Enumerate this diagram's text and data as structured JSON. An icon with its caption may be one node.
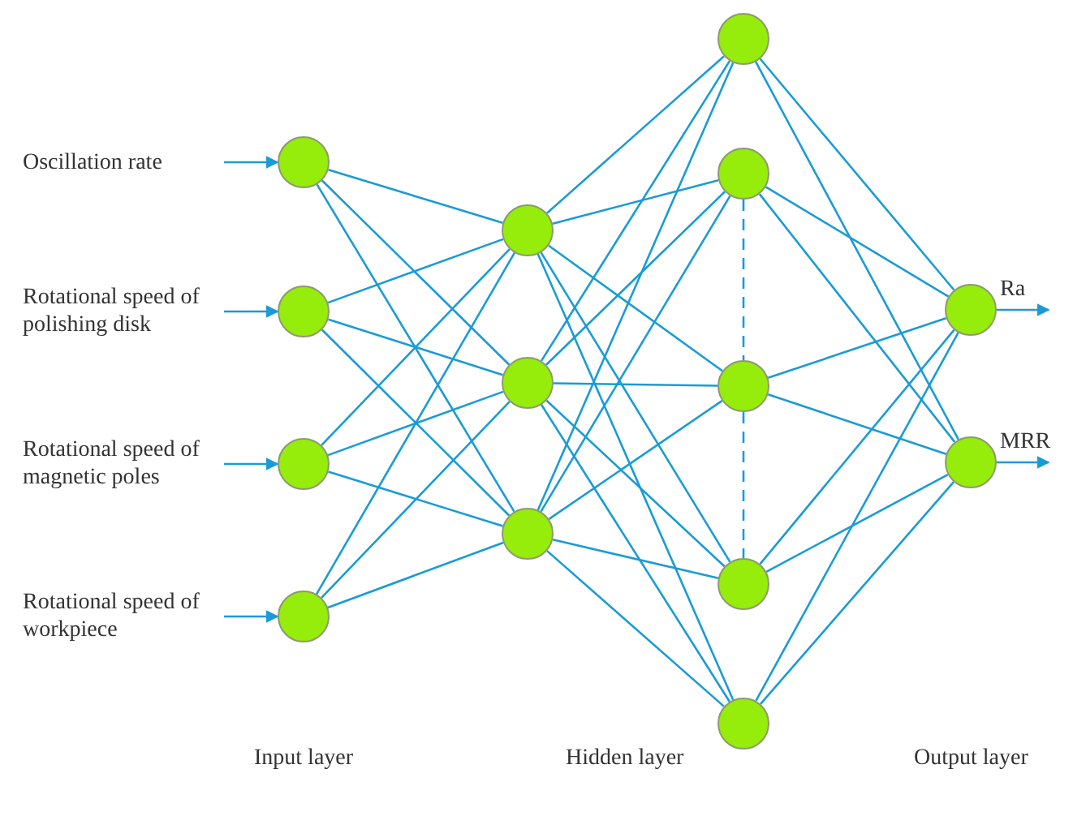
{
  "diagram": {
    "nodes": [
      {
        "text": [
          "Oscillation rate"
        ]
      },
      {
        "text": [
          "Rotational speed of polishing disk"
        ]
      },
      {
        "text": [
          "Rotational speed of magnetic poles"
        ]
      },
      {
        "text": [
          "Rotational speed of workpiece"
        ]
      },
      {
        "text": [],
        "shape": "circle"
      },
      {
        "text": [],
        "shape": "circle"
      },
      {
        "text": [],
        "shape": "circle"
      },
      {
        "text": [],
        "shape": "circle"
      },
      {
        "text": [],
        "shape": "circle"
      },
      {
        "text": [],
        "shape": "circle"
      },
      {
        "text": [],
        "shape": "circle"
      },
      {
        "text": [],
        "shape": "circle"
      },
      {
        "text": [],
        "shape": "circle"
      },
      {
        "text": [],
        "shape": "circle"
      },
      {
        "text": [],
        "shape": "circle"
      },
      {
        "text": [],
        "shape": "circle"
      },
      {
        "text": [],
        "shape": "circle"
      },
      {
        "text": [],
        "shape": "circle"
      }
    ],
    "edges": [
      {
        "from": 0,
        "to": 4,
        "arrow": "to"
      },
      {
        "from": 1,
        "to": 5,
        "arrow": "to"
      },
      {
        "from": 2,
        "to": 6,
        "arrow": "to"
      },
      {
        "from": 3,
        "to": 7,
        "arrow": "to"
      },
      {
        "from": 4,
        "to": 8,
        "arrow": "none"
      },
      {
        "from": 4,
        "to": 9,
        "arrow": "none"
      },
      {
        "from": 4,
        "to": 10,
        "arrow": "none"
      },
      {
        "from": 5,
        "to": 8,
        "arrow": "none"
      },
      {
        "from": 5,
        "to": 9,
        "arrow": "none"
      },
      {
        "from": 5,
        "to": 10,
        "arrow": "none"
      },
      {
        "from": 6,
        "to": 8,
        "arrow": "none"
      },
      {
        "from": 6,
        "to": 9,
        "arrow": "none"
      },
      {
        "from": 6,
        "to": 10,
        "arrow": "none"
      },
      {
        "from": 7,
        "to": 8,
        "arrow": "none"
      },
      {
        "from": 7,
        "to": 9,
        "arrow": "none"
      },
      {
        "from": 7,
        "to": 10,
        "arrow": "none"
      },
      {
        "from": 8,
        "to": 11,
        "arrow": "none"
      },
      {
        "from": 8,
        "to": 12,
        "arrow": "none"
      },
      {
        "from": 8,
        "to": 13,
        "arrow": "none"
      },
      {
        "from": 8,
        "to": 14,
        "arrow": "none"
      },
      {
        "from": 8,
        "to": 15,
        "arrow": "none"
      },
      {
        "from": 9,
        "to": 11,
        "arrow": "none"
      },
      {
        "from": 9,
        "to": 12,
        "arrow": "none"
      },
      {
        "from": 9,
        "to": 13,
        "arrow": "none"
      },
      {
        "from": 9,
        "to": 14,
        "arrow": "none"
      },
      {
        "from": 9,
        "to": 15,
        "arrow": "none"
      },
      {
        "from": 10,
        "to": 11,
        "arrow": "none"
      },
      {
        "from": 10,
        "to": 12,
        "arrow": "none"
      },
      {
        "from": 10,
        "to": 13,
        "arrow": "none"
      },
      {
        "from": 10,
        "to": 14,
        "arrow": "none"
      },
      {
        "from": 10,
        "to": 15,
        "arrow": "none"
      },
      {
        "from": 11,
        "to": 16,
        "arrow": "none"
      },
      {
        "from": 11,
        "to": 17,
        "arrow": "none"
      },
      {
        "from": 12,
        "to": 16,
        "arrow": "none"
      },
      {
        "from": 12,
        "to": 17,
        "arrow": "none"
      },
      {
        "from": 13,
        "to": 16,
        "arrow": "none"
      },
      {
        "from": 13,
        "to": 17,
        "arrow": "none"
      },
      {
        "from": 14,
        "to": 16,
        "arrow": "none"
      },
      {
        "from": 14,
        "to": 17,
        "arrow": "none"
      },
      {
        "from": 15,
        "to": 16,
        "arrow": "none"
      },
      {
        "from": 15,
        "to": 17,
        "arrow": "none"
      },
      {
        "from": 12,
        "to": 13,
        "arrow": "none",
        "style": "dashed"
      },
      {
        "from": 13,
        "to": 14,
        "arrow": "none",
        "style": "dashed"
      },
      {
        "from": 16,
        "to": null,
        "arrow": "to",
        "label": "Ra"
      },
      {
        "from": 17,
        "to": null,
        "arrow": "to",
        "label": "MRR"
      }
    ],
    "labels": [
      "Input layer",
      "Hidden layer",
      "Output layer"
    ]
  }
}
